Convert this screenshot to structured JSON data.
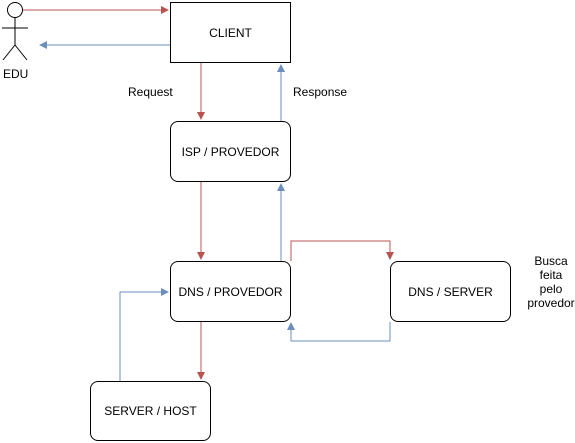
{
  "actor": {
    "name": "EDU"
  },
  "nodes": {
    "client": "CLIENT",
    "isp": "ISP / PROVEDOR",
    "dns_provedor": "DNS / PROVEDOR",
    "dns_server": "DNS / SERVER",
    "server_host": "SERVER / HOST"
  },
  "labels": {
    "request": "Request",
    "response": "Response",
    "note_lines": [
      "Busca",
      "feita",
      "pelo",
      "provedor"
    ]
  },
  "colors": {
    "request_arrow": "#b85450",
    "response_arrow": "#6c8ebf",
    "stroke": "#000000"
  }
}
